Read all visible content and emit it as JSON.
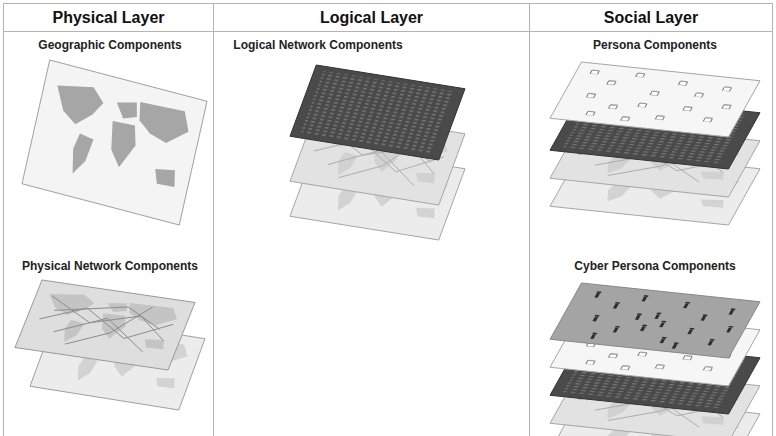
{
  "diagram": {
    "nodes": [
      {
        "text": [
          "Physical Layer"
        ]
      },
      {
        "text": [
          "Logical Layer"
        ]
      },
      {
        "text": [
          "Social Layer"
        ]
      }
    ],
    "labels": [
      "Geographic Components",
      "Logical Network Components",
      "Persona Components",
      "Physical Network Components",
      "Cyber Persona Components"
    ]
  }
}
